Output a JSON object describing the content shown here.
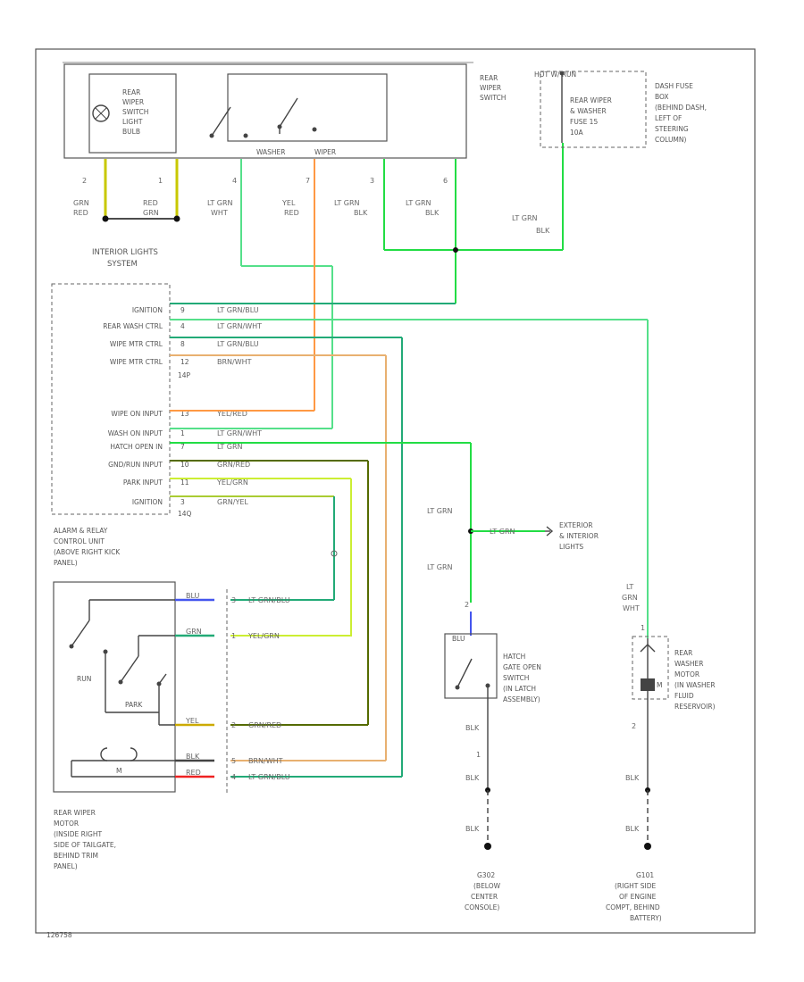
{
  "rear_wiper_switch": {
    "title_lines": [
      "REAR",
      "WIPER",
      "SWITCH"
    ],
    "bulb_lines": [
      "REAR",
      "WIPER",
      "SWITCH",
      "LIGHT",
      "BULB"
    ],
    "washer_label": "WASHER",
    "wiper_label": "WIPER",
    "pins": [
      "2",
      "1",
      "4",
      "7",
      "3",
      "6"
    ],
    "wire_colors": [
      [
        "GRN",
        "RED"
      ],
      [
        "RED",
        "GRN"
      ],
      [
        "LT GRN",
        "WHT"
      ],
      [
        "YEL",
        "RED"
      ],
      [
        "LT GRN",
        "BLK"
      ],
      [
        "LT GRN",
        "BLK"
      ]
    ]
  },
  "interior_lights": [
    "INTERIOR LIGHTS",
    "SYSTEM"
  ],
  "fuse": {
    "hot_label": "HOT W/ RUN",
    "fuse_lines": [
      "REAR WIPER",
      "& WASHER",
      "FUSE 15",
      "10A"
    ],
    "box_lines": [
      "DASH FUSE",
      "BOX",
      "(BEHIND DASH,",
      "LEFT OF",
      "STEERING",
      "COLUMN)"
    ],
    "out_wire": [
      "LT GRN",
      "BLK"
    ]
  },
  "control_unit": {
    "title_lines": [
      "ALARM & RELAY",
      "CONTROL UNIT",
      "(ABOVE RIGHT KICK",
      "PANEL)"
    ],
    "connector_a": "14P",
    "connector_b": "14Q",
    "rows": [
      {
        "label": "IGNITION",
        "pin": "9",
        "wire": "LT GRN/BLU"
      },
      {
        "label": "REAR WASH CTRL",
        "pin": "4",
        "wire": "LT GRN/WHT"
      },
      {
        "label": "WIPE MTR CTRL",
        "pin": "8",
        "wire": "LT GRN/BLU"
      },
      {
        "label": "WIPE MTR CTRL",
        "pin": "12",
        "wire": "BRN/WHT"
      },
      {
        "label": "WIPE ON INPUT",
        "pin": "13",
        "wire": "YEL/RED"
      },
      {
        "label": "WASH ON INPUT",
        "pin": "1",
        "wire": "LT GRN/WHT"
      },
      {
        "label": "HATCH OPEN IN",
        "pin": "7",
        "wire": "LT GRN"
      },
      {
        "label": "GND/RUN INPUT",
        "pin": "10",
        "wire": "GRN/RED"
      },
      {
        "label": "PARK INPUT",
        "pin": "11",
        "wire": "YEL/GRN"
      },
      {
        "label": "IGNITION",
        "pin": "3",
        "wire": "GRN/YEL"
      }
    ]
  },
  "wiper_motor": {
    "title_lines": [
      "REAR WIPER",
      "MOTOR",
      "(INSIDE RIGHT",
      "SIDE OF TAILGATE,",
      "BEHIND TRIM",
      "PANEL)"
    ],
    "run_label": "RUN",
    "park_label": "PARK",
    "motor_label": "M",
    "rows": [
      {
        "inner": "BLU",
        "pin": "3",
        "wire": "LT GRN/BLU"
      },
      {
        "inner": "GRN",
        "pin": "1",
        "wire": "YEL/GRN"
      },
      {
        "inner": "YEL",
        "pin": "2",
        "wire": "GRN/RED"
      },
      {
        "inner": "BLK",
        "pin": "5",
        "wire": "BRN/WHT"
      },
      {
        "inner": "RED",
        "pin": "4",
        "wire": "LT GRN/BLU"
      }
    ]
  },
  "hatch_switch": {
    "title_lines": [
      "HATCH",
      "GATE OPEN",
      "SWITCH",
      "(IN LATCH",
      "ASSEMBLY)"
    ],
    "top_wire": "LT GRN",
    "mid_wire": "LT GRN",
    "splice_wire": "LT GRN",
    "top_pin": "2",
    "inner": "BLU",
    "pin_bottom": "1",
    "blk_labels": [
      "BLK",
      "BLK",
      "BLK"
    ],
    "ground": [
      "G302",
      "(BELOW",
      "CENTER",
      "CONSOLE)"
    ]
  },
  "exterior_lights": [
    "EXTERIOR",
    "& INTERIOR",
    "LIGHTS"
  ],
  "washer_motor": {
    "wire_lines": [
      "LT",
      "GRN",
      "WHT"
    ],
    "title_lines": [
      "REAR",
      "WASHER",
      "MOTOR",
      "(IN WASHER",
      "FLUID",
      "RESERVOIR)"
    ],
    "pin_top": "1",
    "pin_bottom": "2",
    "motor_label": "M",
    "blk_labels": [
      "BLK",
      "BLK"
    ],
    "ground": [
      "G101",
      "(RIGHT SIDE",
      "OF ENGINE",
      "COMPT, BEHIND",
      "BATTERY)"
    ]
  },
  "diagram_code": "126758",
  "colors": {
    "lt_grn": "#22dd44",
    "lt_grn_wht": "#55e08a",
    "lt_grn_blu": "#22aa77",
    "yel_red": "#ff9944",
    "brn_wht": "#e8b070",
    "grn_red": "#556b00",
    "yel_grn": "#ccee33",
    "grn_yel": "#aacc33",
    "grn_red_short": "#c8c800",
    "red_grn_short": "#c8c800",
    "blu": "#4455ee",
    "red": "#ee2222"
  }
}
